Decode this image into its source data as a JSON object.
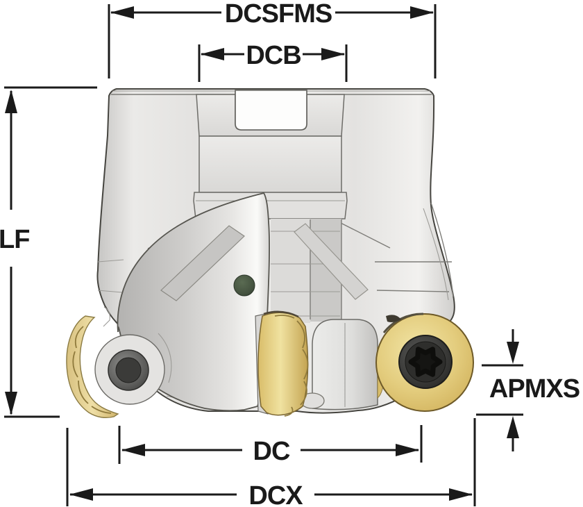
{
  "figure": {
    "description": "Technical dimension drawing of an indexable face milling cutter with round gold inserts and black clamp screws",
    "visible_insert_count": 3
  },
  "dimension_labels": {
    "dcsfms": "DCSFMS",
    "dcb": "DCB",
    "lf": "LF",
    "dc": "DC",
    "dcx": "DCX",
    "apmxs": "APMXS"
  },
  "colors": {
    "dimension": "#1a1a1a",
    "body_light": "#f0efed",
    "body_dark": "#c9c8c6",
    "insert_gold": "#e3cc7d",
    "insert_gold_light": "#f4e9b4",
    "insert_gold_dark": "#bb9c4e",
    "screw_dark": "#2e2e2c",
    "coolant_dot_green": "#44523f",
    "background": "#ffffff"
  }
}
